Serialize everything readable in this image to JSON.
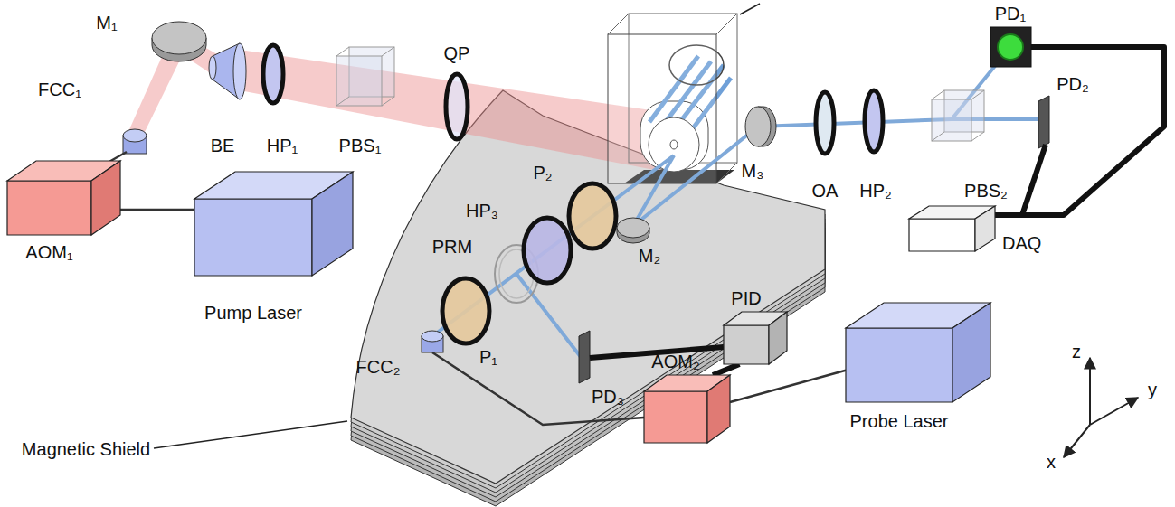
{
  "diagram": {
    "nodes": [
      {
        "text": [
          "AOM₁"
        ]
      },
      {
        "text": [
          "Pump Laser"
        ]
      },
      {
        "text": [
          "DAQ"
        ]
      },
      {
        "text": [
          "PID"
        ]
      },
      {
        "text": [
          "AOM₂"
        ]
      },
      {
        "text": [
          "Probe Laser"
        ]
      }
    ],
    "edges": [
      {
        "from": 1,
        "to": 0,
        "arrow": "none"
      },
      {
        "from": 5,
        "to": 4,
        "arrow": "none"
      },
      {
        "from": 3,
        "to": 4,
        "arrow": "none"
      }
    ],
    "labels": [
      "M₁",
      "FCC₁",
      "BE",
      "HP₁",
      "PBS₁",
      "QP",
      "P₂",
      "HP₃",
      "PRM",
      "P₁",
      "FCC₂",
      "M₂",
      "PD₃",
      "M₃",
      "OA",
      "HP₂",
      "PBS₂",
      "PD₁",
      "PD₂",
      "Magnetic Shield",
      "z",
      "y",
      "x"
    ]
  }
}
